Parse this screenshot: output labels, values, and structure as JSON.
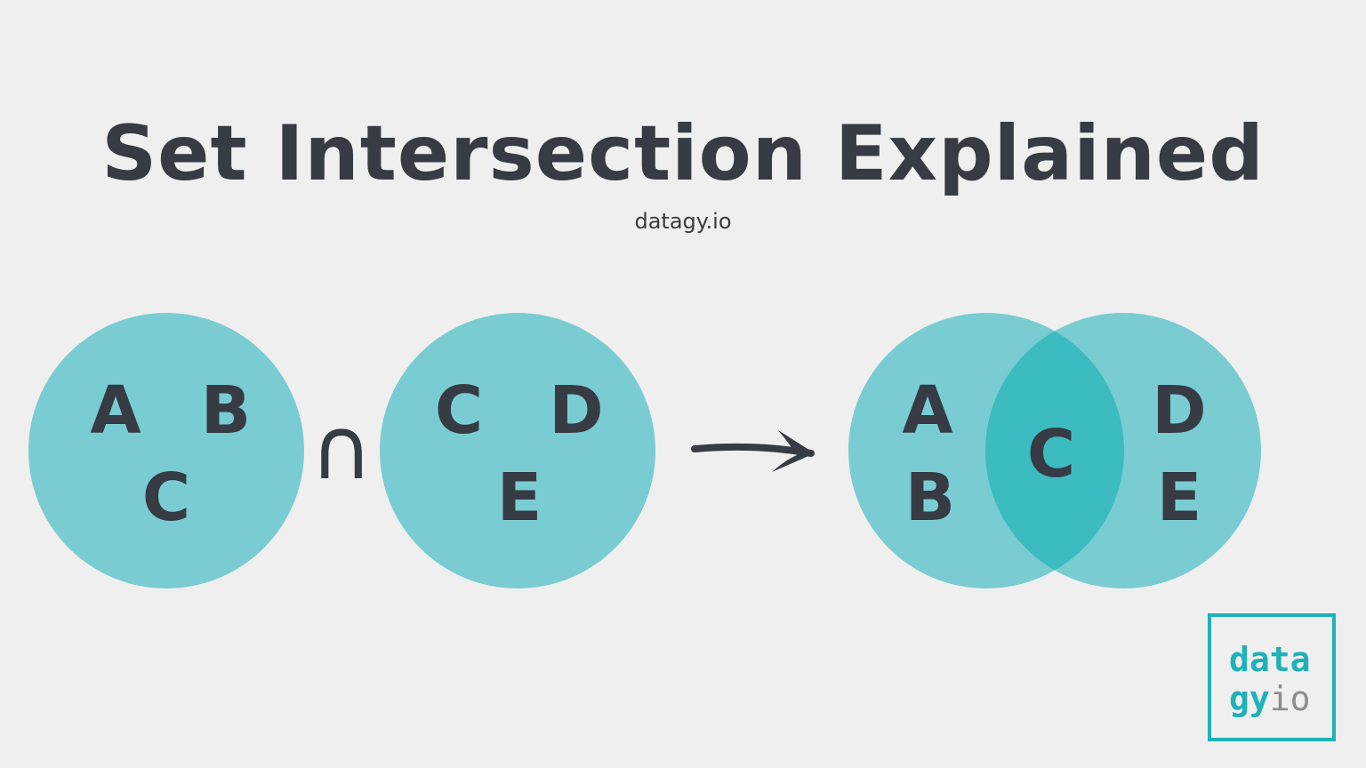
{
  "title": "Set Intersection Explained",
  "subtitle": "datagy.io",
  "colors": {
    "background": "#efefef",
    "circle": "#79ccd2",
    "overlap": "#3cbbc1",
    "text": "#363b44",
    "logo_accent": "#1fb1b8",
    "logo_muted": "#8c8c8c"
  },
  "set_one": {
    "letters": [
      "A",
      "B",
      "C"
    ]
  },
  "operator": "∩",
  "set_two": {
    "letters": [
      "C",
      "D",
      "E"
    ]
  },
  "result": {
    "left_only": [
      "A",
      "B"
    ],
    "overlap": [
      "C"
    ],
    "right_only": [
      "D",
      "E"
    ]
  },
  "logo": {
    "line1": "data",
    "line2_teal": "gy",
    "line2_grey": "io"
  }
}
